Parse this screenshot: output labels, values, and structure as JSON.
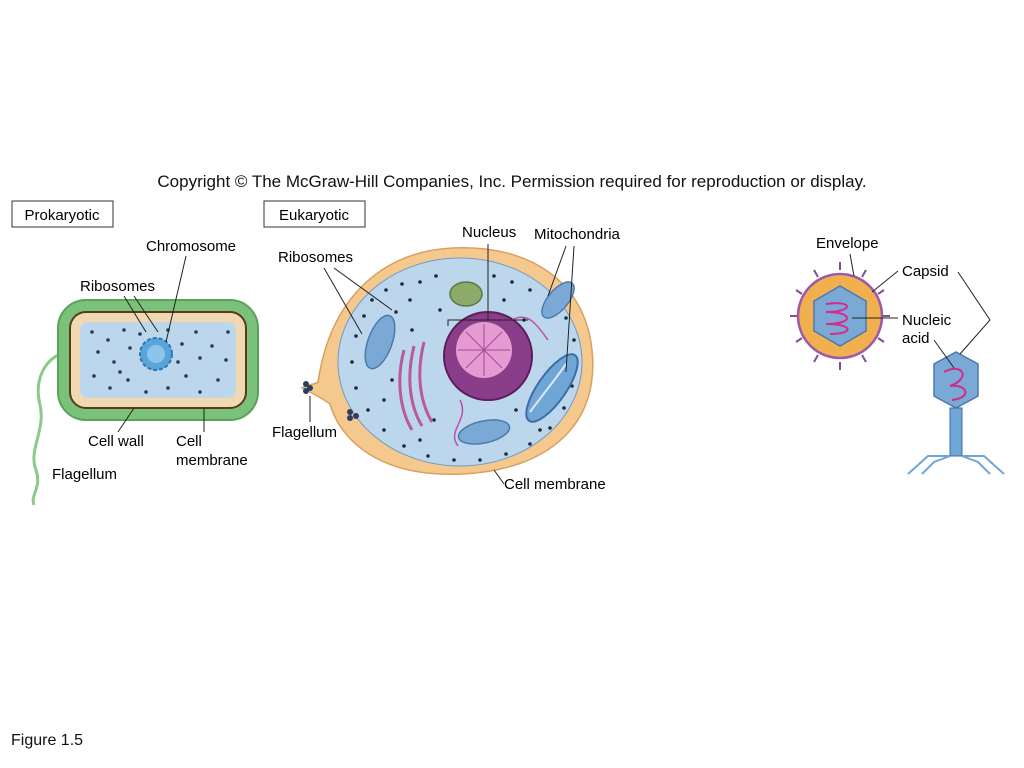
{
  "copyright": "Copyright © The McGraw-Hill Companies, Inc. Permission required for reproduction or display.",
  "figure_label": "Figure 1.5",
  "prokaryotic": {
    "title": "Prokaryotic",
    "labels": {
      "chromosome": "Chromosome",
      "ribosomes": "Ribosomes",
      "cell_wall": "Cell wall",
      "cell_membrane_1": "Cell",
      "cell_membrane_2": "membrane",
      "flagellum": "Flagellum"
    }
  },
  "eukaryotic": {
    "title": "Eukaryotic",
    "labels": {
      "nucleus": "Nucleus",
      "mitochondria": "Mitochondria",
      "ribosomes": "Ribosomes",
      "flagellum": "Flagellum",
      "cell_membrane": "Cell membrane"
    }
  },
  "virus": {
    "labels": {
      "envelope": "Envelope",
      "capsid": "Capsid",
      "nucleic_1": "Nucleic",
      "nucleic_2": "acid"
    }
  },
  "colors": {
    "prok_wall": "#7ac27a",
    "prok_inner": "#f0d9b0",
    "cytoplasm": "#bcd6ec",
    "euk_outer": "#f5c98e",
    "nucleus": "#8a3e8a",
    "virus_capsid": "#7aa9d6",
    "envelope": "#f0b050",
    "nucleic_acid": "#d62a8c"
  }
}
